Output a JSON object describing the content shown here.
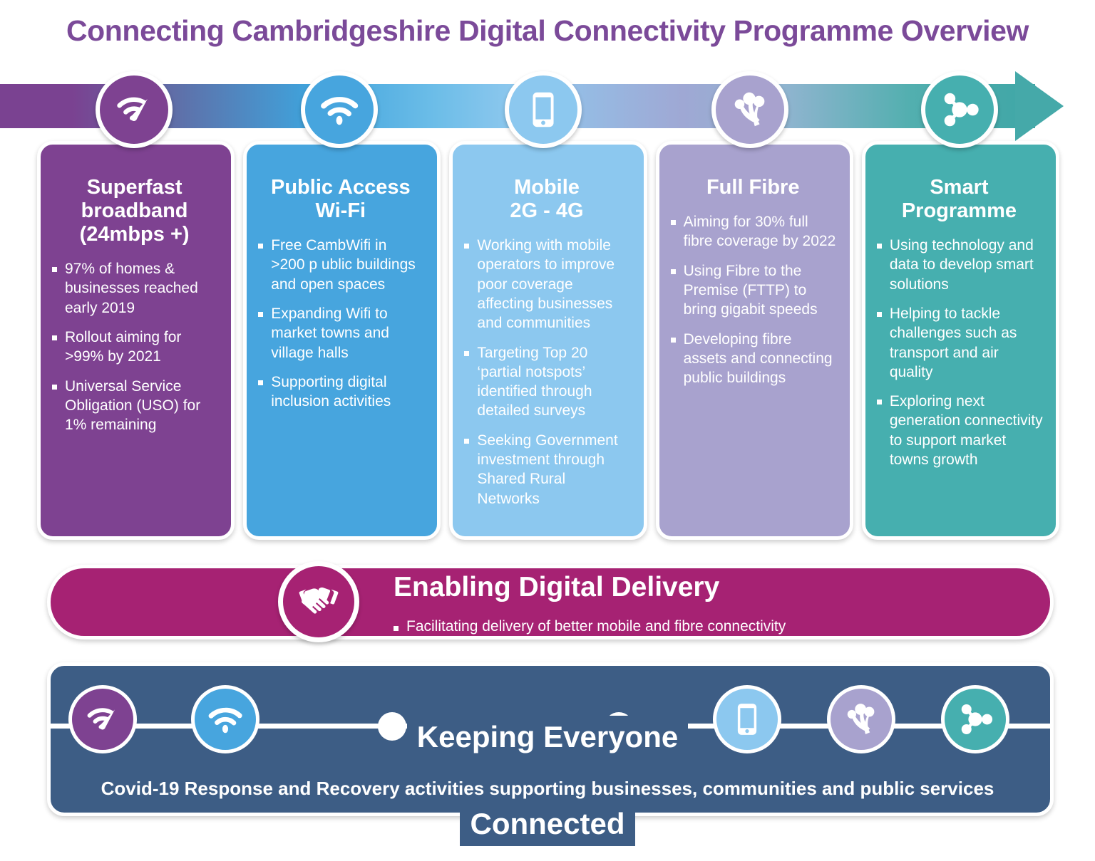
{
  "title": "Connecting Cambridgeshire Digital Connectivity Programme Overview",
  "colors": {
    "title_purple": "#7B4A99",
    "superfast_purple": "#7E4291",
    "wifi_blue": "#47A5DE",
    "mobile_lightblue": "#8CC8EF",
    "fibre_lavender": "#A8A2CE",
    "smart_teal": "#46AFAF",
    "enabling_magenta": "#A62273",
    "kec_darkblue": "#3D5D85",
    "arrow_start": "#7A4291",
    "arrow_end": "#45A9A9"
  },
  "columns": [
    {
      "id": "superfast-broadband",
      "title": "Superfast\nbroadband\n(24mbps +)",
      "icon": "wifi-speedometer-icon",
      "color": "#7E4291",
      "bullets": [
        "97% of homes & businesses reached early 2019",
        "Rollout aiming for >99% by 2021",
        "Universal Service Obligation (USO) for 1% remaining"
      ]
    },
    {
      "id": "public-access-wifi",
      "title": "Public Access\nWi-Fi",
      "icon": "wifi-icon",
      "color": "#47A5DE",
      "bullets": [
        "Free CambWifi in >200 p ublic buildings and open spaces",
        "Expanding Wifi to market towns and village halls",
        "Supporting digital inclusion activities"
      ]
    },
    {
      "id": "mobile-2g-4g",
      "title": "Mobile\n2G - 4G",
      "icon": "mobile-phone-icon",
      "color": "#8CC8EF",
      "bullets": [
        "Working with mobile operators to improve poor coverage affecting businesses and communities",
        "Targeting Top 20 ‘partial notspots’ identified through detailed surveys",
        "Seeking Government investment through Shared Rural Networks"
      ]
    },
    {
      "id": "full-fibre",
      "title": "Full Fibre",
      "icon": "fibre-strands-icon",
      "color": "#A8A2CE",
      "bullets": [
        "Aiming for 30% full fibre coverage by 2022",
        "Using Fibre to the Premise (FTTP) to bring gigabit speeds",
        "Developing fibre assets and connecting public buildings"
      ]
    },
    {
      "id": "smart-programme",
      "title": "Smart\nProgramme",
      "icon": "network-nodes-icon",
      "color": "#46AFAF",
      "bullets": [
        "Using technology and data to develop smart solutions",
        "Helping to tackle challenges such as transport and air quality",
        "Exploring next generation connectivity to support market towns growth"
      ]
    }
  ],
  "enabling": {
    "icon": "handshake-icon",
    "title": "Enabling Digital Delivery",
    "subtitle": "Facilitating delivery of better mobile and fibre connectivity"
  },
  "keeping_connected": {
    "title_line1": "Keeping Everyone",
    "title_line2": "Connected",
    "caption": "Covid-19 Response and Recovery activities supporting businesses, communities and public services",
    "icons": [
      {
        "name": "wifi-speedometer-icon",
        "color": "#7E4291"
      },
      {
        "name": "wifi-icon",
        "color": "#47A5DE"
      },
      {
        "name": "mobile-phone-icon",
        "color": "#8CC8EF"
      },
      {
        "name": "fibre-strands-icon",
        "color": "#A8A2CE"
      },
      {
        "name": "network-nodes-icon",
        "color": "#46AFAF"
      }
    ]
  }
}
